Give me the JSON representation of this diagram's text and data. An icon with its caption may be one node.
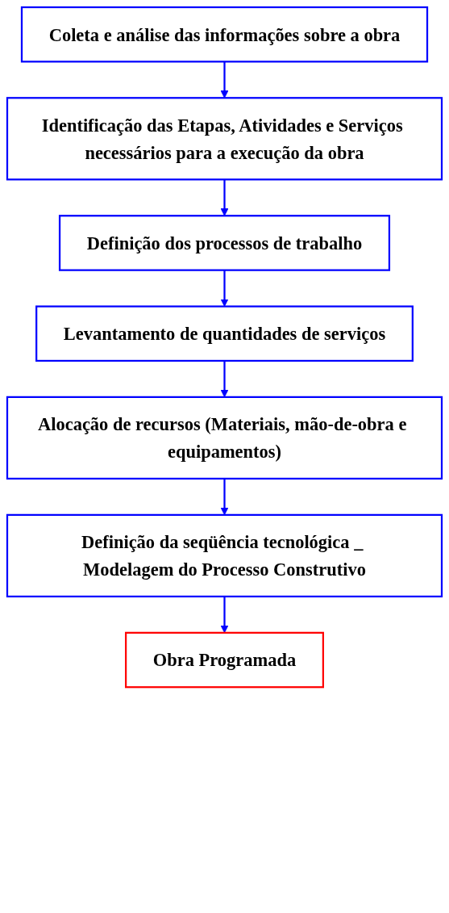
{
  "diagram": {
    "nodes": [
      {
        "text": [
          "Coleta e análise das informações sobre a obra"
        ]
      },
      {
        "text": [
          "Identificação das Etapas, Atividades e Serviços necessários para a execução da obra"
        ]
      },
      {
        "text": [
          "Definição dos processos de trabalho"
        ]
      },
      {
        "text": [
          "Levantamento de quantidades de serviços"
        ]
      },
      {
        "text": [
          "Alocação de recursos (Materiais, mão-de-obra e equipamentos)"
        ]
      },
      {
        "text": [
          "Definição da seqüência tecnológica _ Modelagem do Processo Construtivo"
        ]
      },
      {
        "text": [
          "Obra Programada"
        ]
      }
    ],
    "edges": [
      {
        "from": 0,
        "to": 1,
        "arrow": "to"
      },
      {
        "from": 1,
        "to": 2,
        "arrow": "to"
      },
      {
        "from": 2,
        "to": 3,
        "arrow": "to"
      },
      {
        "from": 3,
        "to": 4,
        "arrow": "to"
      },
      {
        "from": 4,
        "to": 5,
        "arrow": "to"
      },
      {
        "from": 5,
        "to": 6,
        "arrow": "to"
      }
    ]
  }
}
